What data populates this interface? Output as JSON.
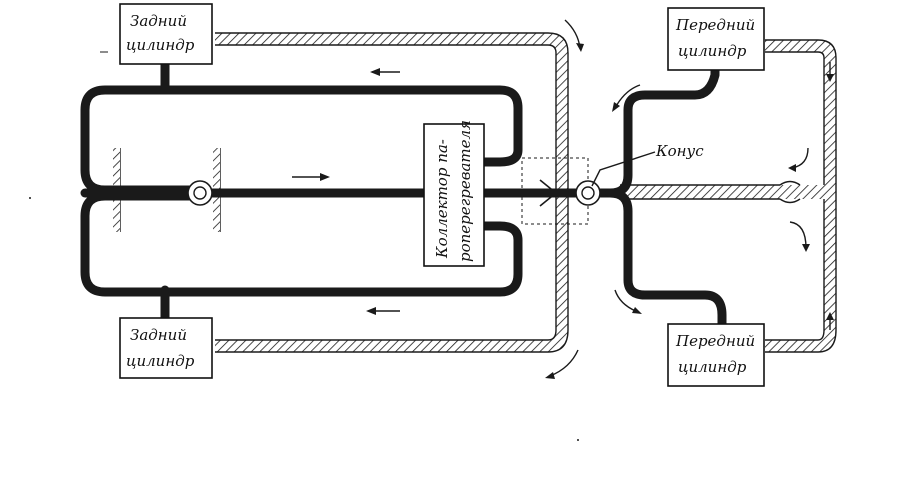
{
  "labels": {
    "rear_top_1": "Задний",
    "rear_top_2": "цилиндр",
    "rear_bottom_1": "Задний",
    "rear_bottom_2": "цилиндр",
    "front_top_1": "Передний",
    "front_top_2": "цилиндр",
    "front_bottom_1": "Передний",
    "front_bottom_2": "цилиндр",
    "collector_1": "Коллектор па-",
    "collector_2": "роперегревателя",
    "cone": "Конус"
  },
  "colors": {
    "ink": "#1a1a1a",
    "background": "#ffffff"
  }
}
